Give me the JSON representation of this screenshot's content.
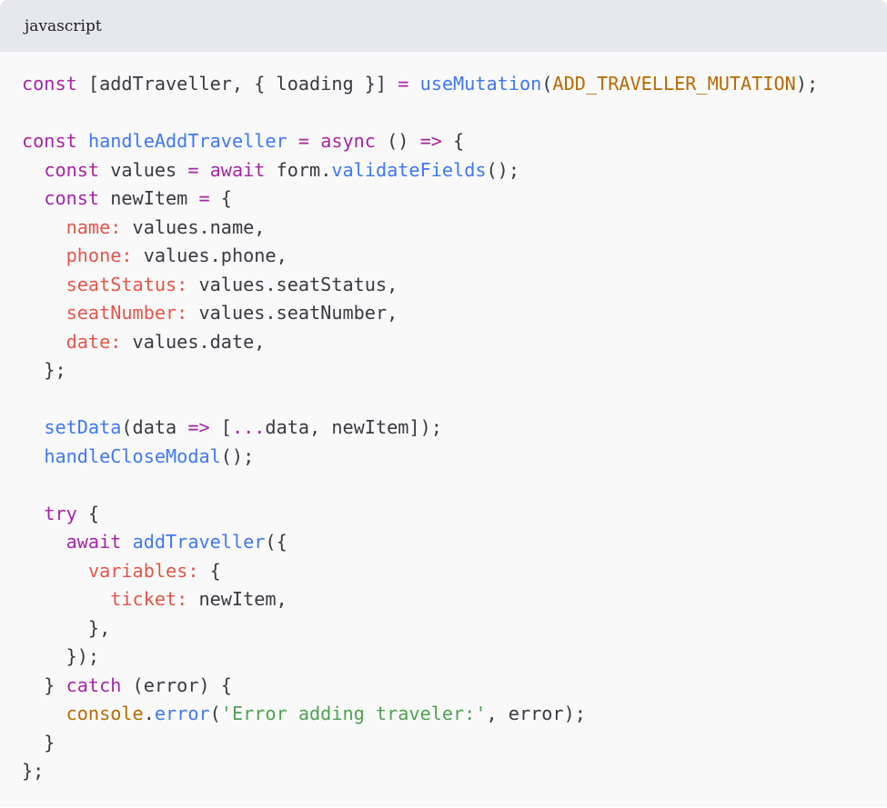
{
  "header": {
    "language": "javascript"
  },
  "colors": {
    "keyword": "#a626a4",
    "function": "#4078f2",
    "property": "#e45649",
    "string": "#50a14f",
    "constant": "#b76b01",
    "text": "#383a42"
  },
  "code_lines": [
    [
      [
        "k",
        "const"
      ],
      [
        "t",
        " [addTraveller, { loading }] "
      ],
      [
        "k",
        "="
      ],
      [
        "t",
        " "
      ],
      [
        "f",
        "useMutation"
      ],
      [
        "t",
        "("
      ],
      [
        "c",
        "ADD_TRAVELLER_MUTATION"
      ],
      [
        "t",
        ");"
      ]
    ],
    [],
    [
      [
        "k",
        "const"
      ],
      [
        "t",
        " "
      ],
      [
        "f",
        "handleAddTraveller"
      ],
      [
        "t",
        " "
      ],
      [
        "k",
        "="
      ],
      [
        "t",
        " "
      ],
      [
        "k",
        "async"
      ],
      [
        "t",
        " () "
      ],
      [
        "k",
        "=>"
      ],
      [
        "t",
        " {"
      ]
    ],
    [
      [
        "t",
        "  "
      ],
      [
        "k",
        "const"
      ],
      [
        "t",
        " values "
      ],
      [
        "k",
        "="
      ],
      [
        "t",
        " "
      ],
      [
        "k",
        "await"
      ],
      [
        "t",
        " form."
      ],
      [
        "f",
        "validateFields"
      ],
      [
        "t",
        "();"
      ]
    ],
    [
      [
        "t",
        "  "
      ],
      [
        "k",
        "const"
      ],
      [
        "t",
        " newItem "
      ],
      [
        "k",
        "="
      ],
      [
        "t",
        " {"
      ]
    ],
    [
      [
        "t",
        "    "
      ],
      [
        "p",
        "name:"
      ],
      [
        "t",
        " values.name,"
      ]
    ],
    [
      [
        "t",
        "    "
      ],
      [
        "p",
        "phone:"
      ],
      [
        "t",
        " values.phone,"
      ]
    ],
    [
      [
        "t",
        "    "
      ],
      [
        "p",
        "seatStatus:"
      ],
      [
        "t",
        " values.seatStatus,"
      ]
    ],
    [
      [
        "t",
        "    "
      ],
      [
        "p",
        "seatNumber:"
      ],
      [
        "t",
        " values.seatNumber,"
      ]
    ],
    [
      [
        "t",
        "    "
      ],
      [
        "p",
        "date:"
      ],
      [
        "t",
        " values.date,"
      ]
    ],
    [
      [
        "t",
        "  };"
      ]
    ],
    [],
    [
      [
        "t",
        "  "
      ],
      [
        "f",
        "setData"
      ],
      [
        "t",
        "(data "
      ],
      [
        "k",
        "=>"
      ],
      [
        "t",
        " ["
      ],
      [
        "k",
        "..."
      ],
      [
        "t",
        "data, newItem]);"
      ]
    ],
    [
      [
        "t",
        "  "
      ],
      [
        "f",
        "handleCloseModal"
      ],
      [
        "t",
        "();"
      ]
    ],
    [],
    [
      [
        "t",
        "  "
      ],
      [
        "k",
        "try"
      ],
      [
        "t",
        " {"
      ]
    ],
    [
      [
        "t",
        "    "
      ],
      [
        "k",
        "await"
      ],
      [
        "t",
        " "
      ],
      [
        "f",
        "addTraveller"
      ],
      [
        "t",
        "({"
      ]
    ],
    [
      [
        "t",
        "      "
      ],
      [
        "p",
        "variables:"
      ],
      [
        "t",
        " {"
      ]
    ],
    [
      [
        "t",
        "        "
      ],
      [
        "p",
        "ticket:"
      ],
      [
        "t",
        " newItem,"
      ]
    ],
    [
      [
        "t",
        "      },"
      ]
    ],
    [
      [
        "t",
        "    });"
      ]
    ],
    [
      [
        "t",
        "  } "
      ],
      [
        "k",
        "catch"
      ],
      [
        "t",
        " (error) {"
      ]
    ],
    [
      [
        "t",
        "    "
      ],
      [
        "c",
        "console"
      ],
      [
        "t",
        "."
      ],
      [
        "f",
        "error"
      ],
      [
        "t",
        "("
      ],
      [
        "s",
        "'Error adding traveler:'"
      ],
      [
        "t",
        ", error);"
      ]
    ],
    [
      [
        "t",
        "  }"
      ]
    ],
    [
      [
        "t",
        "};"
      ]
    ]
  ]
}
